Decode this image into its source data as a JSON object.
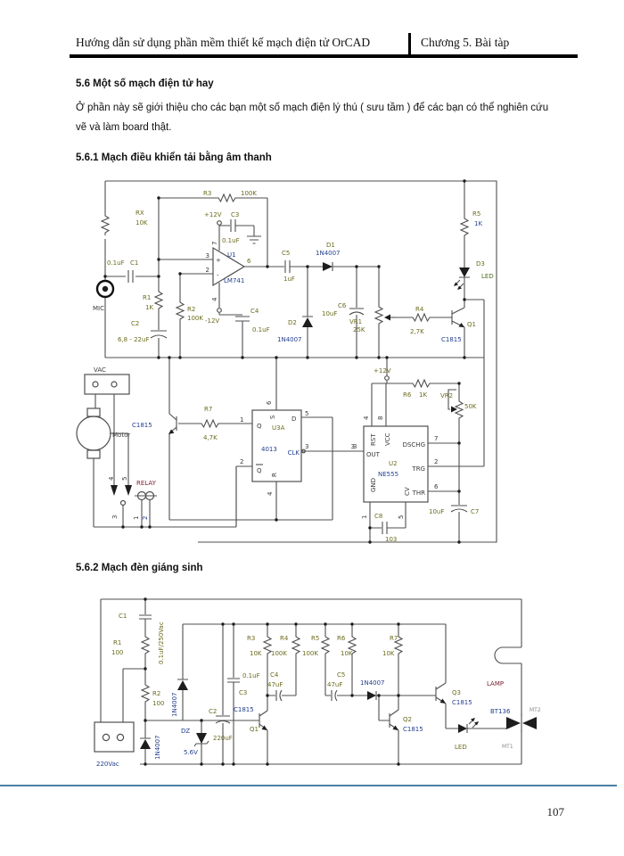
{
  "page": {
    "header_left": "Hướng dẫn sử dụng phần mềm thiết kế mạch điện tử OrCAD",
    "header_right": "Chương 5. Bài tàp",
    "section_heading": "5.6 Một số mạch điện tử hay",
    "intro_line1": "Ở phần này sẽ giới thiệu cho các bạn một số mạch điện lý thú ( sưu tầm ) để các bạn có thể nghiên cứu",
    "intro_line2": "vẽ và làm board thật.",
    "subsection1": "5.6.1 Mạch điều khiển tải bằng âm thanh",
    "subsection2": "5.6.2 Mạch đèn giáng sinh",
    "page_number": "107"
  },
  "colors": {
    "accent_line": "#4a7fa5",
    "header_rule": "#000000"
  },
  "c1": {
    "rx": "RX",
    "rx_v": "10K",
    "c1": "C1",
    "c1_v": "0.1uF",
    "mic": "MIC",
    "r1": "R1",
    "r1_v": "1K",
    "r2": "R2",
    "r2_v": "100K",
    "c2": "C2",
    "c2_v": "6,8 - 22uF",
    "r3": "R3",
    "r3_v": "100K",
    "p12": "+12V",
    "m12": "-12V",
    "c3": "C3",
    "c3_v": "0.1uF",
    "c4": "C4",
    "c4_v": "0.1uF",
    "u1": "U1",
    "u1_v": "LM741",
    "pin3": "3",
    "pin2": "2",
    "pin7": "7",
    "pin4": "4",
    "pin6": "6",
    "plus": "+",
    "minus": "-",
    "c5": "C5",
    "c5_v": "1uF",
    "d1": "D1",
    "d1_v": "1N4007",
    "d2": "D2",
    "d2_v": "1N4007",
    "c6": "C6",
    "c6_v": "10uF",
    "vr1": "VR1",
    "vr1_v": "25K",
    "r4": "R4",
    "r4_v": "2,7K",
    "q1": "Q1",
    "q1_v": "C1815",
    "r5": "R5",
    "r5_v": "1K",
    "d3": "D3",
    "d3_v": "LED",
    "vac": "VAC",
    "motor": "Motor",
    "relay": "RELAY",
    "rly1": "1",
    "rly2": "2",
    "rly3": "3",
    "rly4": "4",
    "rly5": "5",
    "q_low_v": "C1815",
    "r7": "R7",
    "r7_v": "4,7K",
    "ff_q": "Q",
    "ff_qb": "Q",
    "ff_d": "D",
    "ff_clk": "CLK",
    "ff_s": "S",
    "ff_r": "R",
    "ff_u": "U3A",
    "ff_part": "4013",
    "ff_p1": "1",
    "ff_p2": "2",
    "ff_p3": "3",
    "ff_p5": "5",
    "ff_p6": "6",
    "ff_p4": "4",
    "out3": "3",
    "p12b": "+12V",
    "r6": "R6",
    "r6_v": "1K",
    "vr2": "VR2",
    "vr2_v": "50K",
    "t_u": "U2",
    "t_part": "NE555",
    "t_rst": "RST",
    "t_vcc": "VCC",
    "t_out": "OUT",
    "t_gnd": "GND",
    "t_dschg": "DSCHG",
    "t_trg": "TRG",
    "t_thr": "THR",
    "t_cv": "CV",
    "t_p4": "4",
    "t_p8": "8",
    "t_p3": "3",
    "t_p7": "7",
    "t_p2": "2",
    "t_p6": "6",
    "t_p1": "1",
    "t_p5": "5",
    "c8": "C8",
    "c8_v": "103",
    "c7": "C7",
    "c7_v": "10uF"
  },
  "c2": {
    "c1": "C1",
    "c1_v": "0.1uF/250Vac",
    "r1": "R1",
    "r1_v": "100",
    "r2": "R2",
    "r2_v": "100",
    "d1_v": "1N4007",
    "d2_v": "1N4007",
    "dz": "DZ",
    "dz_v": "5.6V",
    "c2": "C2",
    "c2_v": "220uF",
    "c3": "C3",
    "c3_v": "0.1uF",
    "plug": "220Vac",
    "r3": "R3",
    "r3_v": "10K",
    "r4": "R4",
    "r4_v": "100K",
    "r5": "R5",
    "r5_v": "100K",
    "r6": "R6",
    "r6_v": "10K",
    "r7": "R7",
    "r7_v": "10K",
    "c4": "C4",
    "c4_v": "47uF",
    "c5": "C5",
    "c5_v": "47uF",
    "d3_v": "1N4007",
    "q1": "Q1",
    "q1_v": "C1815",
    "q2": "Q2",
    "q2_v": "C1815",
    "q3": "Q3",
    "q3_v": "C1815",
    "led": "LED",
    "lamp": "LAMP",
    "triac": "BT136",
    "mt2": "MT2",
    "mt1": "MT1"
  }
}
